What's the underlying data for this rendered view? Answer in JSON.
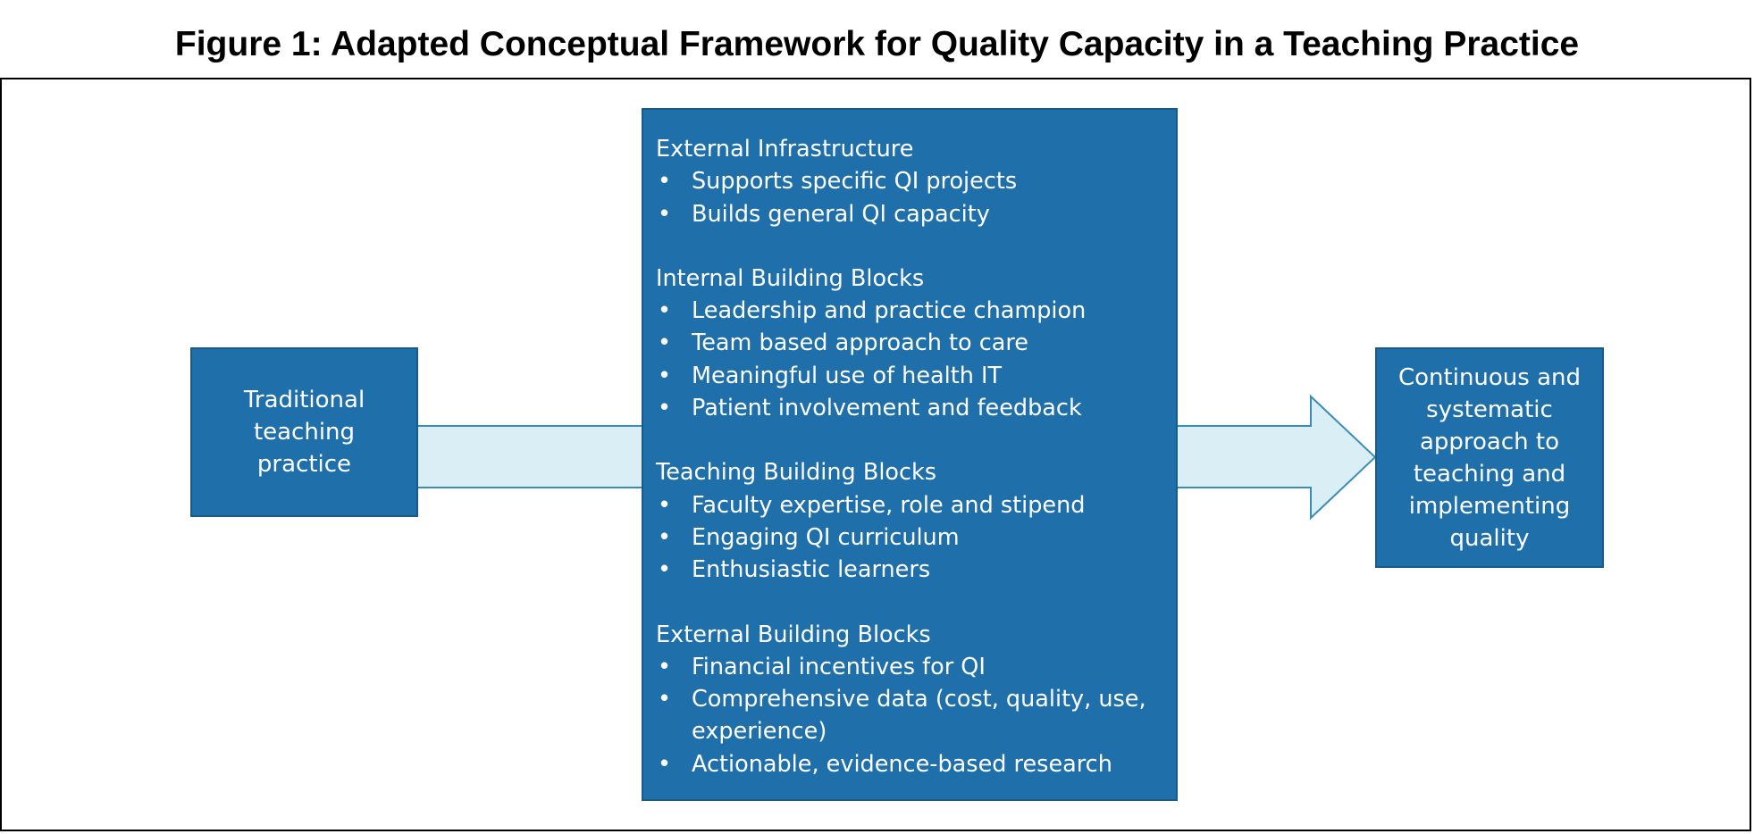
{
  "figure": {
    "title": "Figure 1: Adapted Conceptual Framework for Quality Capacity in a Teaching Practice"
  },
  "colors": {
    "box_fill": "#1f6fab",
    "arrow_fill": "#d9eef5",
    "arrow_stroke": "#3c8db5"
  },
  "left_box": {
    "label": "Traditional teaching practice"
  },
  "right_box": {
    "label": "Continuous and systematic approach to teaching and implementing quality"
  },
  "center_box": {
    "sections": [
      {
        "heading": "External Infrastructure",
        "items": [
          "Supports specific QI projects",
          "Builds general QI capacity"
        ]
      },
      {
        "heading": "Internal Building Blocks",
        "items": [
          "Leadership and practice champion",
          "Team based approach to care",
          "Meaningful use of health IT",
          "Patient involvement and feedback"
        ]
      },
      {
        "heading": "Teaching Building Blocks",
        "items": [
          "Faculty expertise, role and stipend",
          "Engaging QI curriculum",
          "Enthusiastic learners"
        ]
      },
      {
        "heading": "External Building Blocks",
        "items": [
          "Financial incentives for QI",
          "Comprehensive data (cost, quality, use, experience)",
          "Actionable, evidence-based research"
        ]
      }
    ]
  },
  "bullet_glyph": "•"
}
